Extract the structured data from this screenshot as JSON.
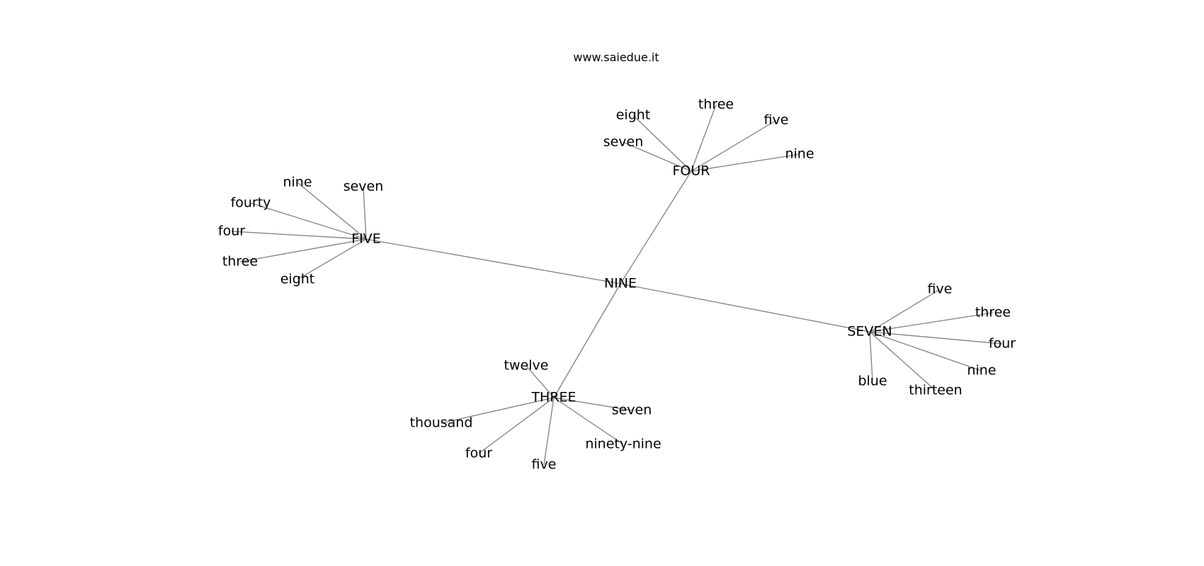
{
  "watermark": "www.saiedue.it",
  "colors": {
    "edge": "#808080",
    "text": "#000000",
    "background": "#ffffff"
  },
  "graph": {
    "root": "nine",
    "nodes": [
      {
        "id": "nine",
        "label": "NINE"
      },
      {
        "id": "four",
        "label": "FOUR"
      },
      {
        "id": "five",
        "label": "FIVE"
      },
      {
        "id": "seven",
        "label": "SEVEN"
      },
      {
        "id": "three",
        "label": "THREE"
      },
      {
        "id": "four-eight",
        "label": "eight"
      },
      {
        "id": "four-three",
        "label": "three"
      },
      {
        "id": "four-five",
        "label": "five"
      },
      {
        "id": "four-seven",
        "label": "seven"
      },
      {
        "id": "four-nine",
        "label": "nine"
      },
      {
        "id": "five-nine",
        "label": "nine"
      },
      {
        "id": "five-seven",
        "label": "seven"
      },
      {
        "id": "five-fourty",
        "label": "fourty"
      },
      {
        "id": "five-four",
        "label": "four"
      },
      {
        "id": "five-three",
        "label": "three"
      },
      {
        "id": "five-eight",
        "label": "eight"
      },
      {
        "id": "seven-five",
        "label": "five"
      },
      {
        "id": "seven-three",
        "label": "three"
      },
      {
        "id": "seven-four",
        "label": "four"
      },
      {
        "id": "seven-nine",
        "label": "nine"
      },
      {
        "id": "seven-blue",
        "label": "blue"
      },
      {
        "id": "seven-thirteen",
        "label": "thirteen"
      },
      {
        "id": "three-twelve",
        "label": "twelve"
      },
      {
        "id": "three-thousand",
        "label": "thousand"
      },
      {
        "id": "three-four",
        "label": "four"
      },
      {
        "id": "three-five",
        "label": "five"
      },
      {
        "id": "three-seven",
        "label": "seven"
      },
      {
        "id": "three-ninety-nine",
        "label": "ninety-nine"
      }
    ],
    "edges": [
      [
        "nine",
        "four"
      ],
      [
        "nine",
        "five"
      ],
      [
        "nine",
        "seven"
      ],
      [
        "nine",
        "three"
      ],
      [
        "four",
        "four-eight"
      ],
      [
        "four",
        "four-three"
      ],
      [
        "four",
        "four-five"
      ],
      [
        "four",
        "four-seven"
      ],
      [
        "four",
        "four-nine"
      ],
      [
        "five",
        "five-nine"
      ],
      [
        "five",
        "five-seven"
      ],
      [
        "five",
        "five-fourty"
      ],
      [
        "five",
        "five-four"
      ],
      [
        "five",
        "five-three"
      ],
      [
        "five",
        "five-eight"
      ],
      [
        "seven",
        "seven-five"
      ],
      [
        "seven",
        "seven-three"
      ],
      [
        "seven",
        "seven-four"
      ],
      [
        "seven",
        "seven-nine"
      ],
      [
        "seven",
        "seven-blue"
      ],
      [
        "seven",
        "seven-thirteen"
      ],
      [
        "three",
        "three-twelve"
      ],
      [
        "three",
        "three-thousand"
      ],
      [
        "three",
        "three-four"
      ],
      [
        "three",
        "three-five"
      ],
      [
        "three",
        "three-seven"
      ],
      [
        "three",
        "three-ninety-nine"
      ]
    ]
  }
}
